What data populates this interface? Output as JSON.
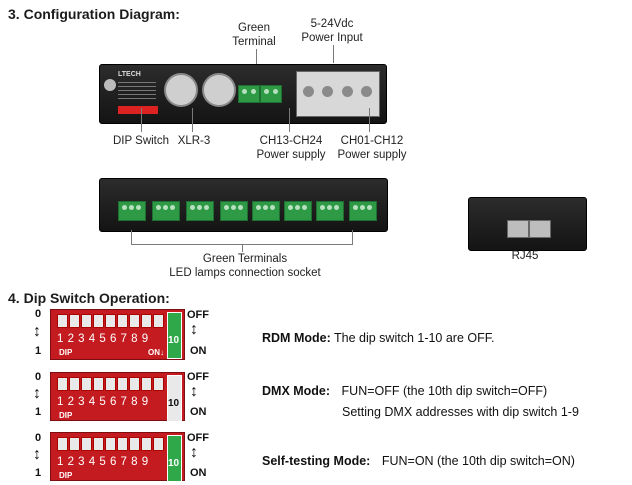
{
  "section3": {
    "number": "3.",
    "title": "Configuration Diagram:"
  },
  "labels": {
    "green_terminal": [
      "Green",
      "Terminal"
    ],
    "power_input": [
      "5-24Vdc",
      "Power Input"
    ],
    "dip_switch": "DIP Switch",
    "xlr": "XLR-3",
    "ch13": [
      "CH13-CH24",
      "Power supply"
    ],
    "ch01": [
      "CH01-CH12",
      "Power supply"
    ],
    "green_terminals": [
      "Green Terminals",
      "LED lamps connection socket"
    ],
    "rj45": "RJ45"
  },
  "device": {
    "brand": "LTECH"
  },
  "section4": {
    "number": "4.",
    "title": "Dip Switch Operation:"
  },
  "dip": {
    "numbers": "1 2 3 4 5 6 7 8 9",
    "ten": "10",
    "dip_label": "DIP",
    "on_label": "ON↓",
    "left_top": "0",
    "left_bottom": "1",
    "right_top": "OFF",
    "right_bottom": "ON"
  },
  "modes": [
    {
      "name": "RDM Mode:",
      "text": "The dip switch 1-10 are OFF.",
      "text2": ""
    },
    {
      "name": "DMX Mode:",
      "text": "FUN=OFF (the 10th dip switch=OFF)",
      "text2": "Setting DMX addresses with dip switch 1-9"
    },
    {
      "name": "Self-testing Mode:",
      "text": "FUN=ON (the 10th dip switch=ON)",
      "text2": ""
    }
  ],
  "colors": {
    "dip_red": "#c41b20",
    "terminal_green": "#2e9a46"
  }
}
